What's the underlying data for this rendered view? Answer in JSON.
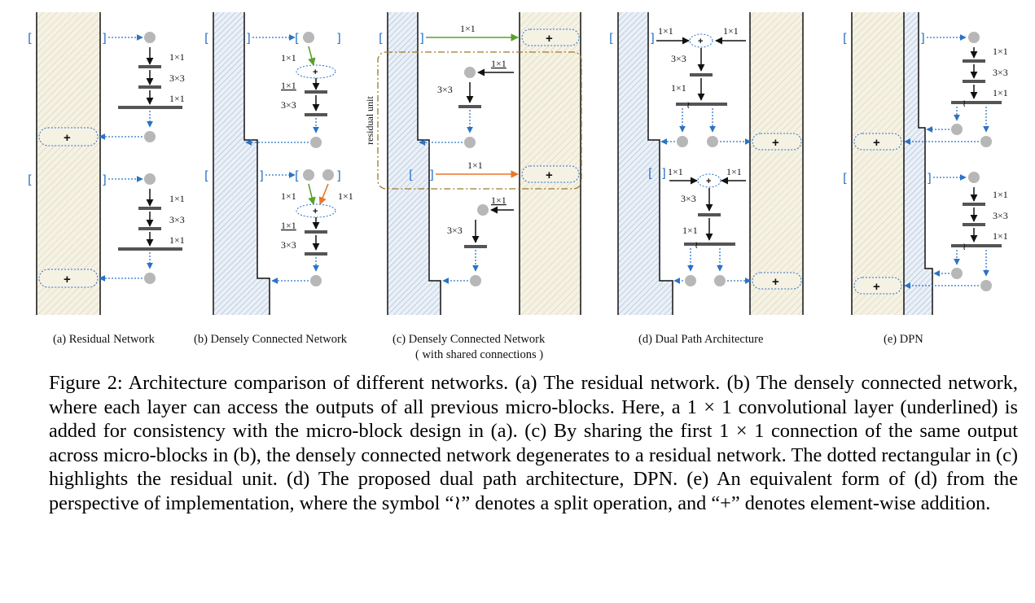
{
  "panels": {
    "a": {
      "caption": "(a) Residual Network",
      "conv_top": "1×1",
      "conv_mid": "3×3",
      "conv_bot": "1×1",
      "plus": "+"
    },
    "b": {
      "caption": "(b) Densely Connected Network",
      "conv_first": "1×1",
      "conv_first_right": "1×1",
      "conv_ul": "1×1",
      "conv_3": "3×3",
      "plus": "+"
    },
    "c": {
      "caption": "(c) Densely Connected Network",
      "caption2": "( with shared connections )",
      "shared": "1×1",
      "conv_ul": "1×1",
      "conv_3": "3×3",
      "plus": "+",
      "residual_unit": "residual unit"
    },
    "d": {
      "caption": "(d) Dual Path Architecture",
      "left": "1×1",
      "right": "1×1",
      "conv_3": "3×3",
      "conv_bot": "1×1",
      "plus": "+",
      "split": "≀"
    },
    "e": {
      "caption": "(e) DPN",
      "conv_top": "1×1",
      "conv_mid": "3×3",
      "conv_bot": "1×1",
      "plus": "+",
      "split": "≀"
    }
  },
  "caption_text": "Figure 2: Architecture comparison of different networks. (a) The residual network. (b) The densely connected network, where each layer can access the outputs of all previous micro-blocks. Here, a 1 × 1 convolutional layer (underlined) is added for consistency with the micro-block design in (a). (c) By sharing the first 1 × 1 connection of the same output across micro-blocks in (b), the densely connected network degenerates to a residual network. The dotted rectangular in (c) highlights the residual unit. (d) The proposed dual path architecture, DPN. (e) An equivalent form of (d) from the perspective of implementation, where the symbol “≀” denotes a split operation, and “+” denotes element-wise addition.",
  "colors": {
    "blue": "#2a73c6",
    "green": "#5aa02c",
    "orange": "#e8762b",
    "node": "#b7b7b7",
    "bar": "#555555",
    "residual_box": "#9c7a2a"
  }
}
